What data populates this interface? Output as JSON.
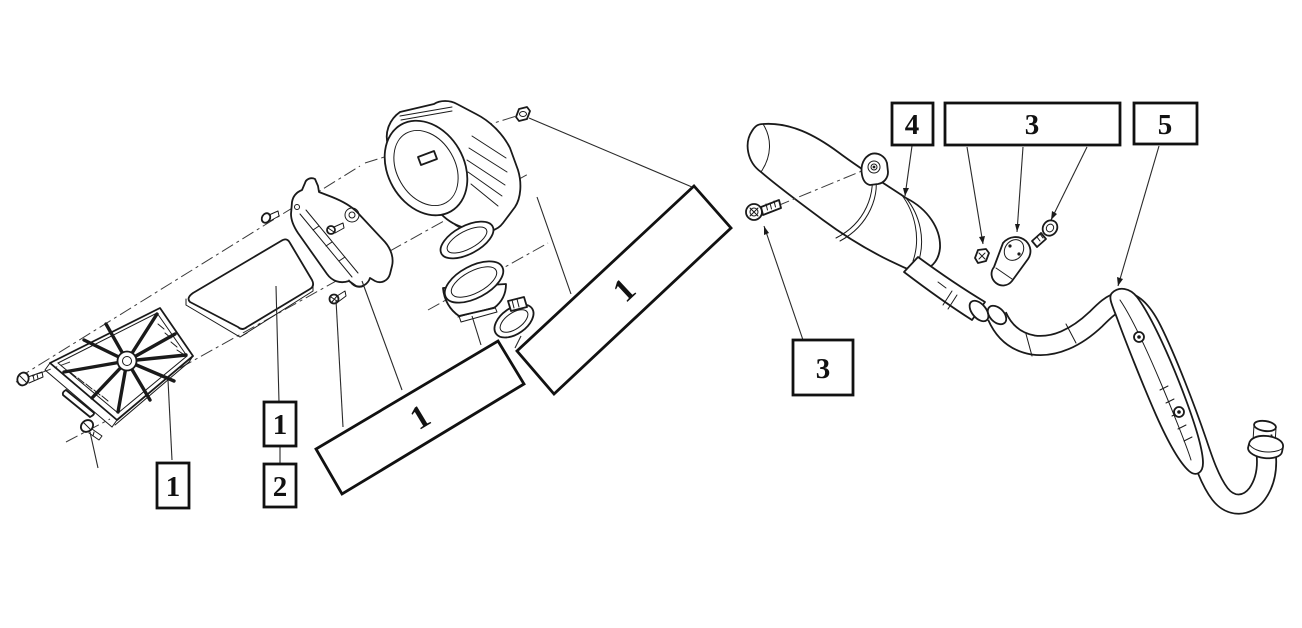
{
  "diagram": {
    "background": "#ffffff",
    "line_color": "#1a1a1a",
    "callouts": {
      "grille": {
        "label": "1"
      },
      "foam_assembly": {
        "label": "1"
      },
      "foam": {
        "label": "2"
      },
      "plate_left": {
        "label": "1"
      },
      "plate_right": {
        "label": "1"
      },
      "muffler_bolt": {
        "label": "3"
      },
      "muffler_bracket": {
        "label": "4"
      },
      "clamp_hardware": {
        "label": "3"
      },
      "header_pipe": {
        "label": "5"
      }
    }
  }
}
